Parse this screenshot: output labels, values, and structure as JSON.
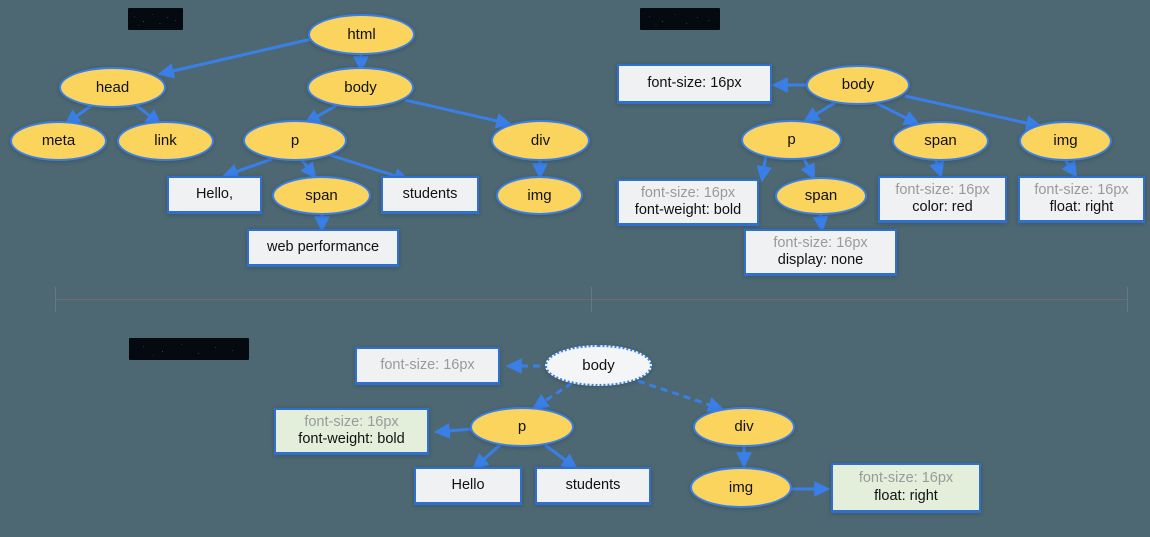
{
  "diagram": {
    "background_color": "#4d6872",
    "node_fill": "#FBD45E",
    "node_stroke": "#3A7FE8",
    "box_fill": "#F0F1F2",
    "box_fill_green": "#E3EFDB",
    "inherited_text_color": "#9a9a9a",
    "own_text_color": "#111111"
  },
  "sections": {
    "dom_tree": {
      "title": "",
      "title_redacted": true,
      "nodes": {
        "html": "html",
        "head": "head",
        "body": "body",
        "meta": "meta",
        "link": "link",
        "p": "p",
        "div": "div",
        "span": "span",
        "img": "img",
        "text_hello": "Hello,",
        "text_students": "students",
        "text_web_performance": "web performance"
      }
    },
    "cssom_tree": {
      "title": "",
      "title_redacted": true,
      "nodes": {
        "body": "body",
        "p": "p",
        "span_top": "span",
        "img": "img",
        "span_nested": "span"
      },
      "rules": {
        "body": {
          "inherited": "font-size: 16px",
          "own": ""
        },
        "p": {
          "inherited": "font-size: 16px",
          "own": "font-weight: bold"
        },
        "span_nested": {
          "inherited": "font-size: 16px",
          "own": "display: none"
        },
        "span_top": {
          "inherited": "font-size: 16px",
          "own": "color: red"
        },
        "img": {
          "inherited": "font-size: 16px",
          "own": "float: right"
        }
      }
    },
    "render_tree": {
      "title": "",
      "title_redacted": true,
      "nodes": {
        "body": "body",
        "p": "p",
        "div": "div",
        "img": "img",
        "text_hello": "Hello",
        "text_students": "students"
      },
      "rules": {
        "body": {
          "inherited": "font-size: 16px",
          "own": ""
        },
        "p": {
          "inherited": "font-size: 16px",
          "own": "font-weight: bold"
        },
        "img": {
          "inherited": "font-size: 16px",
          "own": "float: right"
        }
      }
    }
  }
}
